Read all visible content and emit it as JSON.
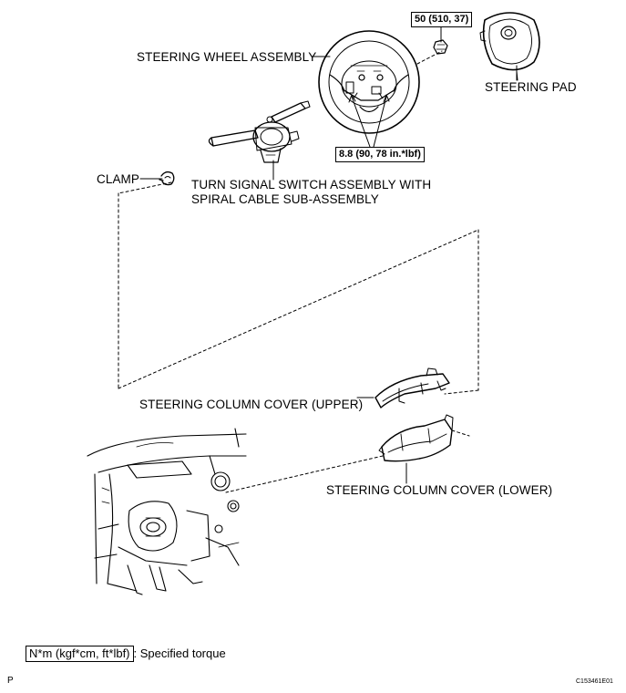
{
  "labels": {
    "steering_wheel_assembly": "STEERING WHEEL ASSEMBLY",
    "steering_pad": "STEERING PAD",
    "clamp": "CLAMP",
    "turn_signal_line1": "TURN SIGNAL SWITCH ASSEMBLY WITH",
    "turn_signal_line2": "SPIRAL CABLE SUB-ASSEMBLY",
    "column_cover_upper": "STEERING COLUMN COVER (UPPER)",
    "column_cover_lower": "STEERING COLUMN COVER (LOWER)"
  },
  "torque": {
    "nut": "50 (510, 37)",
    "screws": "8.8 (90, 78 in.*lbf)"
  },
  "legend": {
    "unit": "N*m (kgf*cm, ft*lbf)",
    "description": ": Specified torque"
  },
  "footer": {
    "left_mark": "P",
    "figure_code": "C153461E01"
  }
}
